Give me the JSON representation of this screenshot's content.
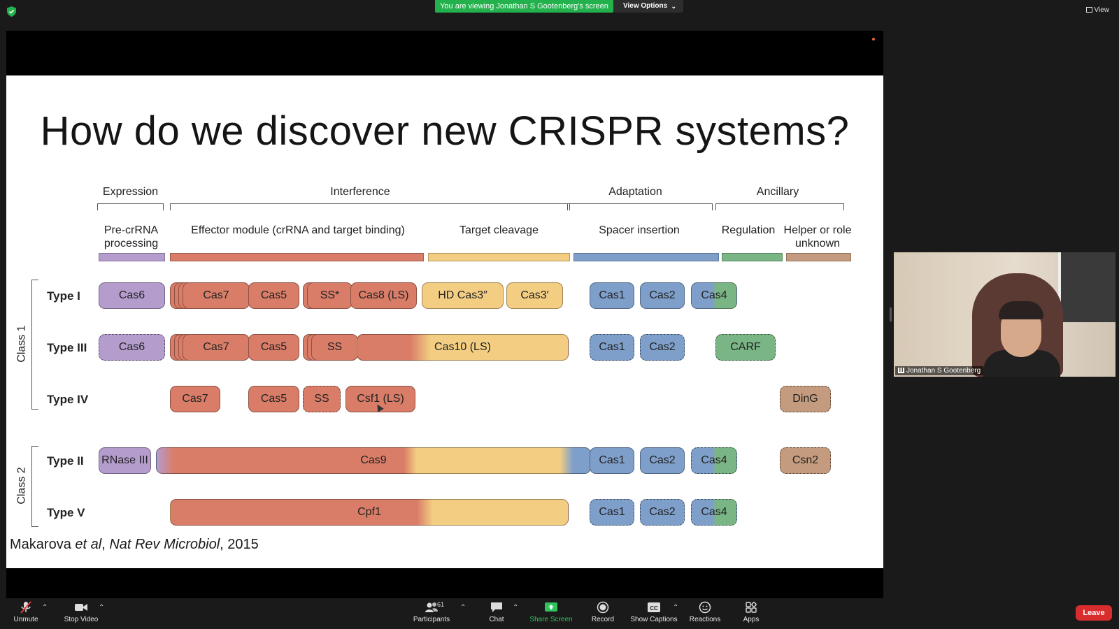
{
  "top_bar": {
    "viewing_banner": "You are viewing Jonathan S Gootenberg's screen",
    "view_options": "View Options",
    "view_label": "View"
  },
  "slide": {
    "title": "How do we discover new CRISPR systems?",
    "categories": [
      "Expression",
      "Interference",
      "Adaptation",
      "Ancillary"
    ],
    "subcategories": {
      "pre_crrna": "Pre-crRNA processing",
      "effector": "Effector module (crRNA and target binding)",
      "target_cleavage": "Target cleavage",
      "spacer": "Spacer insertion",
      "regulation": "Regulation",
      "helper": "Helper or role unknown"
    },
    "class_labels": [
      "Class 1",
      "Class 2"
    ],
    "rows": {
      "type_i": {
        "label": "Type I",
        "cas6": "Cas6",
        "cas7": "Cas7",
        "cas5": "Cas5",
        "ss": "SS*",
        "cas8": "Cas8 (LS)",
        "hdcas3": "HD Cas3″",
        "cas3": "Cas3′",
        "cas1": "Cas1",
        "cas2": "Cas2",
        "cas4": "Cas4"
      },
      "type_iii": {
        "label": "Type III",
        "cas6": "Cas6",
        "cas7": "Cas7",
        "cas5": "Cas5",
        "ss": "SS",
        "cas10": "Cas10 (LS)",
        "cas1": "Cas1",
        "cas2": "Cas2",
        "carf": "CARF"
      },
      "type_iv": {
        "label": "Type IV",
        "cas7": "Cas7",
        "cas5": "Cas5",
        "ss": "SS",
        "csf1": "Csf1 (LS)",
        "ding": "DinG"
      },
      "type_ii": {
        "label": "Type II",
        "rnase": "RNase III",
        "cas9": "Cas9",
        "cas1": "Cas1",
        "cas2": "Cas2",
        "cas4": "Cas4",
        "csn2": "Csn2"
      },
      "type_v": {
        "label": "Type V",
        "cpf1": "Cpf1",
        "cas1": "Cas1",
        "cas2": "Cas2",
        "cas4": "Cas4"
      }
    },
    "citation": {
      "authors": "Makarova ",
      "etal": "et al",
      "sep": ", ",
      "journal": "Nat Rev Microbiol",
      "year": ", 2015"
    }
  },
  "participant": {
    "name": "Jonathan S Gootenberg"
  },
  "toolbar": {
    "unmute": "Unmute",
    "stop_video": "Stop Video",
    "participants": "Participants",
    "participants_count": "61",
    "chat": "Chat",
    "share_screen": "Share Screen",
    "record": "Record",
    "show_captions": "Show Captions",
    "reactions": "Reactions",
    "apps": "Apps",
    "leave": "Leave"
  }
}
